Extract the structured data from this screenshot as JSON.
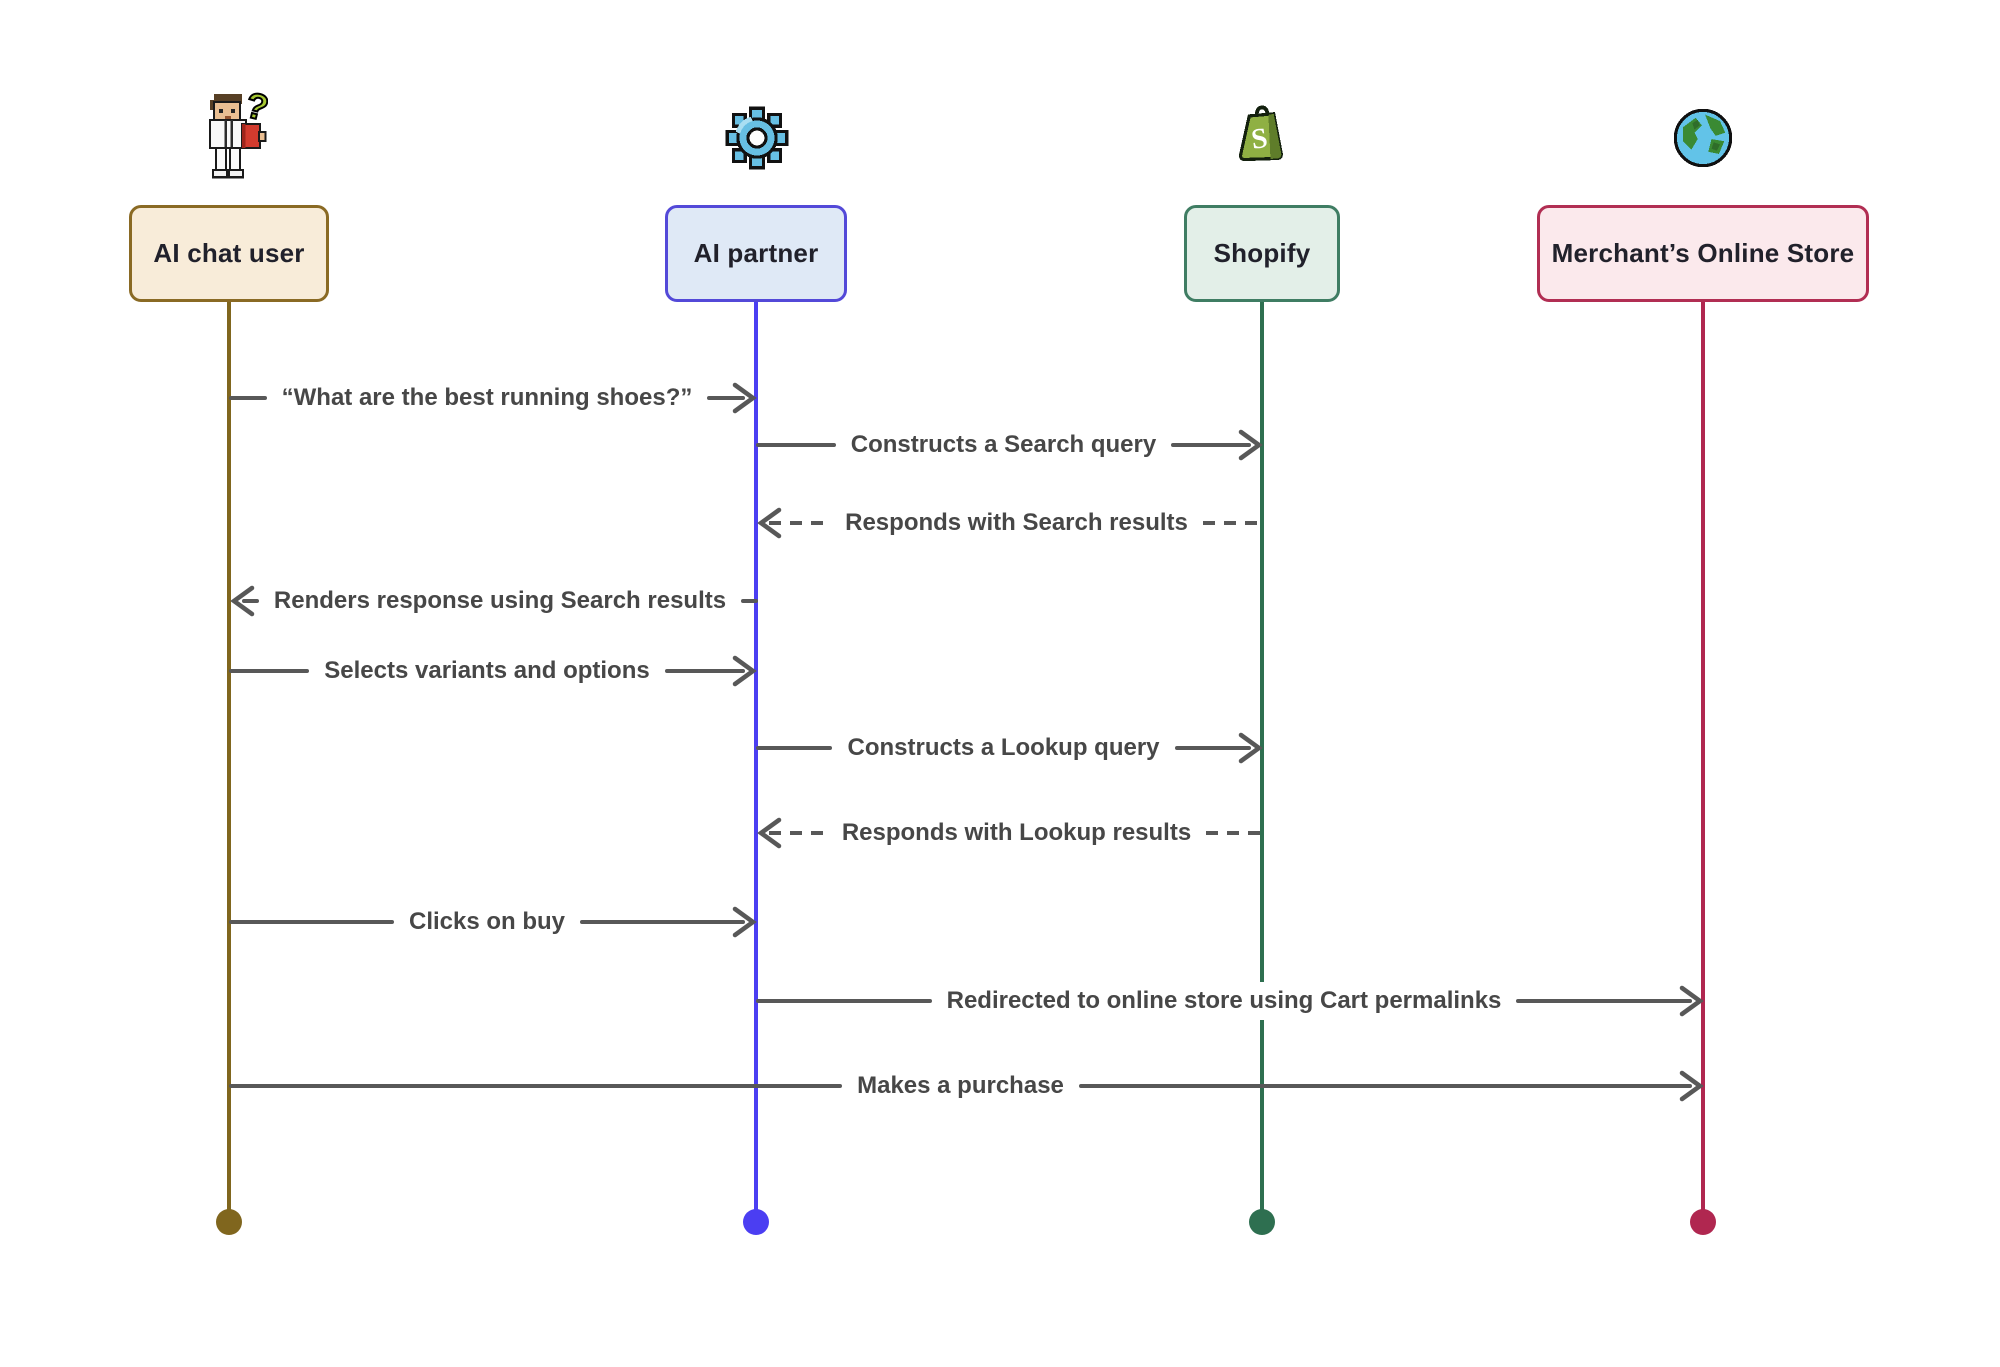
{
  "diagram": {
    "type": "sequence-diagram",
    "background": "#ffffff",
    "arrow_color": "#585858",
    "message_text_color": "#474747",
    "participants": [
      {
        "name": "AI chat user",
        "icon": "person-question-icon",
        "box_fill": "#f8ecd9",
        "box_border": "#8a6a24",
        "lifeline_color": "#80661e"
      },
      {
        "name": "AI partner",
        "icon": "gear-icon",
        "box_fill": "#dfe9f6",
        "box_border": "#5349d8",
        "lifeline_color": "#4b3ef2"
      },
      {
        "name": "Shopify",
        "icon": "shopping-bag-icon",
        "box_fill": "#e3efe8",
        "box_border": "#3f7d63",
        "lifeline_color": "#2e6f50"
      },
      {
        "name": "Merchant’s Online Store",
        "icon": "globe-icon",
        "box_fill": "#fbe9ec",
        "box_border": "#b12e53",
        "lifeline_color": "#b02750"
      }
    ],
    "messages": [
      {
        "from": "AI chat user",
        "to": "AI partner",
        "label": "“What are the best running shoes?”",
        "line": "solid",
        "direction": "right"
      },
      {
        "from": "AI partner",
        "to": "Shopify",
        "label": "Constructs a Search query",
        "line": "solid",
        "direction": "right"
      },
      {
        "from": "Shopify",
        "to": "AI partner",
        "label": "Responds with Search results",
        "line": "dashed",
        "direction": "left"
      },
      {
        "from": "AI partner",
        "to": "AI chat user",
        "label": "Renders response using Search results",
        "line": "solid",
        "direction": "left"
      },
      {
        "from": "AI chat user",
        "to": "AI partner",
        "label": "Selects variants and options",
        "line": "solid",
        "direction": "right"
      },
      {
        "from": "AI partner",
        "to": "Shopify",
        "label": "Constructs a Lookup query",
        "line": "solid",
        "direction": "right"
      },
      {
        "from": "Shopify",
        "to": "AI partner",
        "label": "Responds with Lookup results",
        "line": "dashed",
        "direction": "left"
      },
      {
        "from": "AI chat user",
        "to": "AI partner",
        "label": "Clicks on buy",
        "line": "solid",
        "direction": "right"
      },
      {
        "from": "AI partner",
        "to": "Merchant’s Online Store",
        "label": "Redirected to online store using Cart permalinks",
        "line": "solid",
        "direction": "right"
      },
      {
        "from": "AI chat user",
        "to": "Merchant’s Online Store",
        "label": "Makes a purchase",
        "line": "solid",
        "direction": "right"
      }
    ]
  }
}
